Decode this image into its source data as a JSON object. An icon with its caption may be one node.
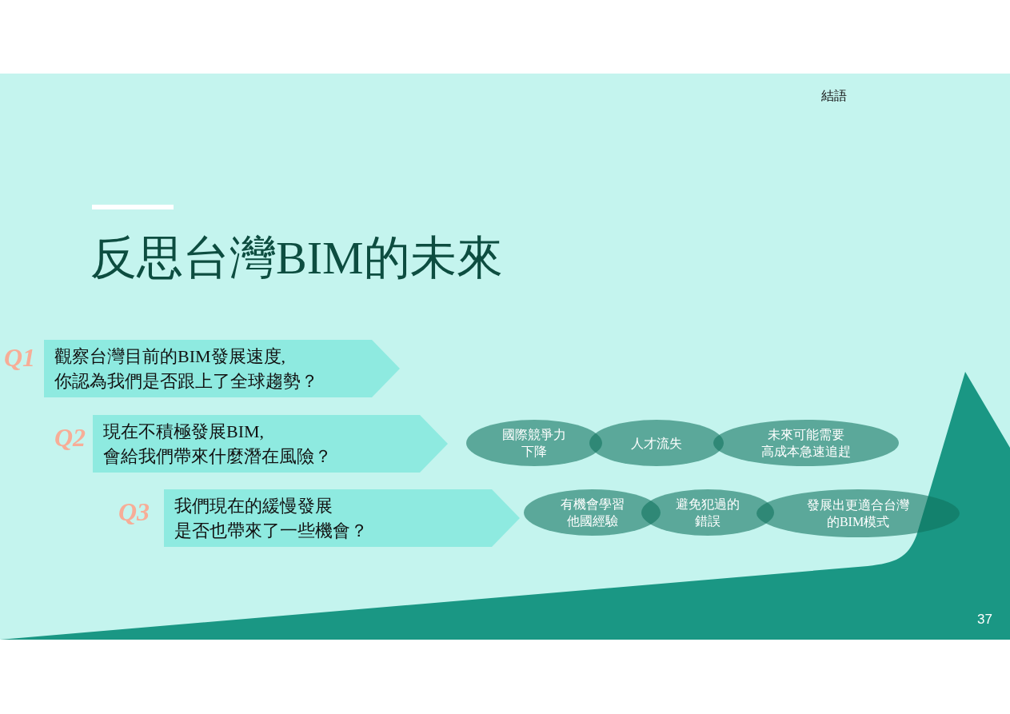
{
  "diagram": {
    "title": "反思台灣BIM的未來",
    "nodes": [
      {
        "text": [
          "觀察台灣目前的BIM發展速度,你認為我們是否跟上了全球趨勢？"
        ],
        "beside": [
          "Q1"
        ]
      },
      {
        "text": [
          "現在不積極發展BIM,會給我們帶來什麼潛在風險？"
        ],
        "beside": [
          "Q2"
        ]
      },
      {
        "text": [
          "國際競爭力下降"
        ]
      },
      {
        "text": [
          "人才流失"
        ]
      },
      {
        "text": [
          "未來可能需要高成本急速追趕"
        ]
      },
      {
        "text": [
          "我們現在的緩慢發展是否也帶來了一些機會？"
        ],
        "beside": [
          "Q3"
        ]
      },
      {
        "text": [
          "有機會學習他國經驗"
        ]
      },
      {
        "text": [
          "避免犯過的錯誤"
        ]
      },
      {
        "text": [
          "發展出更適合台灣的BIM模式"
        ]
      }
    ],
    "labels": [
      "結語",
      "37"
    ]
  }
}
